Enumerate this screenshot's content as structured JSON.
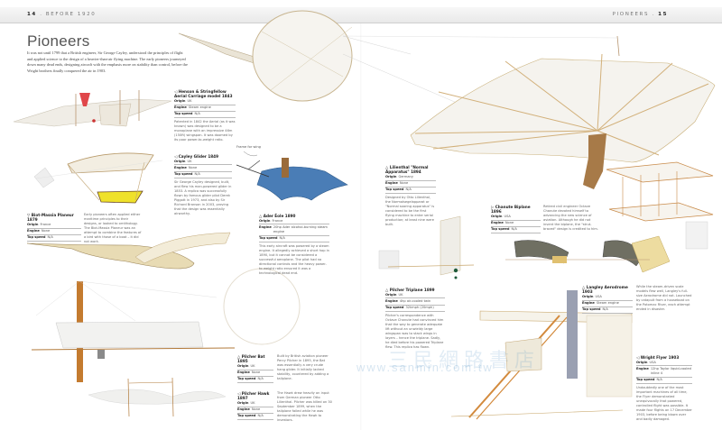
{
  "header": {
    "left_page_number": "14",
    "left_section": "BEFORE 1920",
    "right_section": "PIONEERS",
    "right_page_number": "15"
  },
  "title": "Pioneers",
  "intro": "It was not until 1799 that a British engineer, Sir George Cayley, understood the principles of flight and applied science to the design of a heavier-than-air flying machine. The early pioneers journeyed down many dead ends, designing aircraft with the emphasis more on stability than control, before the Wright brothers finally conquered the air in 1903.",
  "labels": {
    "frame_for_wing": "Frame for wing"
  },
  "aircraft": [
    {
      "id": "henson",
      "arrow": "◁",
      "name": "Henson & Stringfellow Aerial Carriage model 1843",
      "origin": "UK",
      "engine": "Steam engine",
      "top_speed": "N/A",
      "description": "Patented in 1842 the Aerial (as it was known) was designed to be a monoplane with an impressive 46m (150ft) wingspan. It was doomed by its poor power-to-weight ratio."
    },
    {
      "id": "cayley",
      "arrow": "◁",
      "name": "Cayley Glider 1849",
      "origin": "UK",
      "engine": "None",
      "top_speed": "N/A",
      "description": "Sir George Cayley designed, built, and flew his man-powered glider in 1853. A replica was successfully flown by famous glider pilot Derek Piggott in 1973, and also by Sir Richard Branson in 2003, proving that the design was essentially airworthy."
    },
    {
      "id": "biot",
      "arrow": "▽",
      "name": "Biot-Massia Planeur 1879",
      "origin": "France",
      "engine": "None",
      "top_speed": "N/A",
      "description": "Early pioneers often applied either maritime principles to their designs, or looked to ornithology. The Biot-Massia Planeur was an attempt to combine the features of a bird with those of a boat – it did not work."
    },
    {
      "id": "ader",
      "arrow": "△",
      "name": "Ader Éole 1890",
      "origin": "France",
      "engine": "20hp Ader alcohol-burning steam engine",
      "top_speed": "N/A",
      "description": "This early aircraft was powered by a steam engine. It allegedly achieved a short hop in 1890, but it cannot be considered a successful aeroplane. The pilot had no directional controls and the heavy power-to-weight ratio ensured it was a technological dead end."
    },
    {
      "id": "lilienthal",
      "arrow": "△",
      "name": "Lilienthal \"Normal Apparatus\" 1894",
      "origin": "Germany",
      "engine": "None",
      "top_speed": "N/A",
      "description": "Designed by Otto Lilienthal, the Normalsegelapparat or \"Normal soaring apparatus\" is considered to be the first flying machine to enter serial production; at least nine were built."
    },
    {
      "id": "chanute",
      "arrow": "▷",
      "name": "Chanute Biplane 1896",
      "origin": "USA",
      "engine": "None",
      "top_speed": "N/A",
      "description": "Retired civil engineer Octave Chanute devoted himself to advancing the new science of aviation. Although he did not invent the biplane, the \"strut-braced\" design is credited to him."
    },
    {
      "id": "pilcher_triplane",
      "arrow": "△",
      "name": "Pilcher Triplane 1899",
      "origin": "UK",
      "engine": "4hp air-cooled twin",
      "top_speed": "32kmph (20mph)",
      "description": "Pilcher's correspondence with Octave Chanute had convinced him that the way to generate adequate lift without an unwieldy large wingspan was to stack wings in layers – hence the triplane. Sadly, he died before his powered Triplane flew. This replica has flown."
    },
    {
      "id": "langley",
      "arrow": "△",
      "name": "Langley Aerodrome 1903",
      "origin": "USA",
      "engine": "Steam engine",
      "top_speed": "N/A",
      "description": "While the steam-driven scale models flew well, Langley's full-size Aerodrome did not. Launched by catapult from a houseboat on the Potomac River, each attempt ended in disaster."
    },
    {
      "id": "pilcher_bat",
      "arrow": "△",
      "name": "Pilcher Bat 1895",
      "origin": "UK",
      "engine": "None",
      "top_speed": "N/A",
      "description": "Built by British aviation pioneer Percy Pilcher in 1895, the Bat was essentially a very crude hang glider. It initially lacked stability, countered by adding a tailplane."
    },
    {
      "id": "pilcher_hawk",
      "arrow": "◁",
      "name": "Pilcher Hawk 1897",
      "origin": "UK",
      "engine": "None",
      "top_speed": "N/A",
      "description": "The Hawk drew heavily on input from German pioneer Otto Lilienthal. Pilcher was killed on 30 September 1899, when the tailplane failed while he was demonstrating the Hawk to investors."
    },
    {
      "id": "wright",
      "arrow": "◁",
      "name": "Wright Flyer 1903",
      "origin": "USA",
      "engine": "12hp Taylor liquid-cooled inline 4",
      "top_speed": "N/A",
      "description": "Undoubtedly one of the most important machines of all time, the Flyer demonstrated unequivocally that powered, controlled flight was possible. It made four flights on 17 December 1903, before being blown over and badly damaged."
    }
  ],
  "spec_labels": {
    "origin": "Origin",
    "engine": "Engine",
    "top_speed": "Top speed"
  },
  "watermark": {
    "url": "www.sanmin.com.tw",
    "cn": "三民網路書店"
  }
}
